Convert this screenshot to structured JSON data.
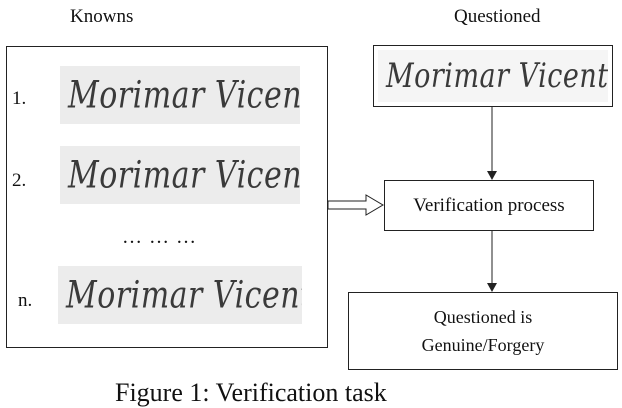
{
  "headings": {
    "knowns": "Knowns",
    "questioned": "Questioned"
  },
  "known_samples": [
    {
      "index": "1.",
      "signature": "Morimar Vicente"
    },
    {
      "index": "2.",
      "signature": "Morimar Vicente"
    },
    {
      "index": "n.",
      "signature": "Morimar Vicente"
    }
  ],
  "ellipsis": "… … …",
  "questioned_signature": "Morimar Vicente",
  "process": {
    "label": "Verification process"
  },
  "result": {
    "line1": "Questioned is",
    "line2": "Genuine/Forgery"
  },
  "caption": "Figure 1: Verification task",
  "colors": {
    "signature_bg": "#ececec",
    "ink": "#111111"
  }
}
